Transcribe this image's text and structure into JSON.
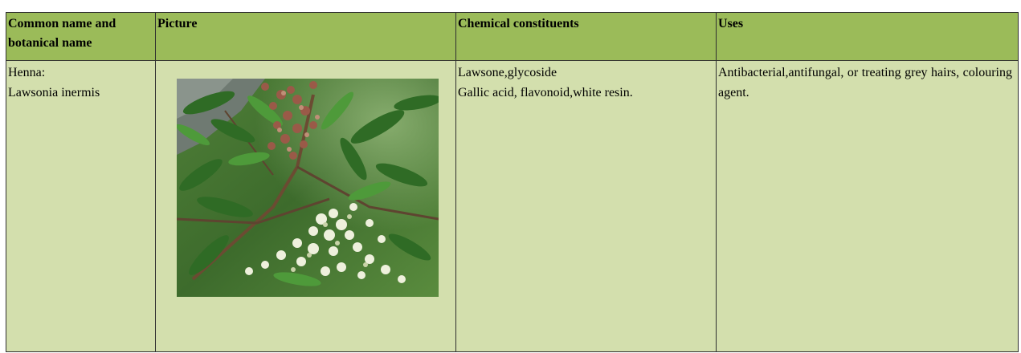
{
  "table": {
    "headers": {
      "name_line1": "Common name and",
      "name_line2": "botanical name",
      "picture": "Picture",
      "chemical": "Chemical constituents",
      "uses": "Uses"
    },
    "rows": [
      {
        "common_name": "Henna:",
        "botanical_name": "Lawsonia inermis",
        "chemical_line1": "Lawsone,glycoside",
        "chemical_line2": "Gallic acid, flavonoid,white resin.",
        "uses": "Antibacterial,antifungal, or treating grey hairs, colouring agent."
      }
    ]
  },
  "colors": {
    "header_bg": "#9bbb59",
    "cell_bg": "#d3dfad",
    "border": "#2f2f2f"
  }
}
